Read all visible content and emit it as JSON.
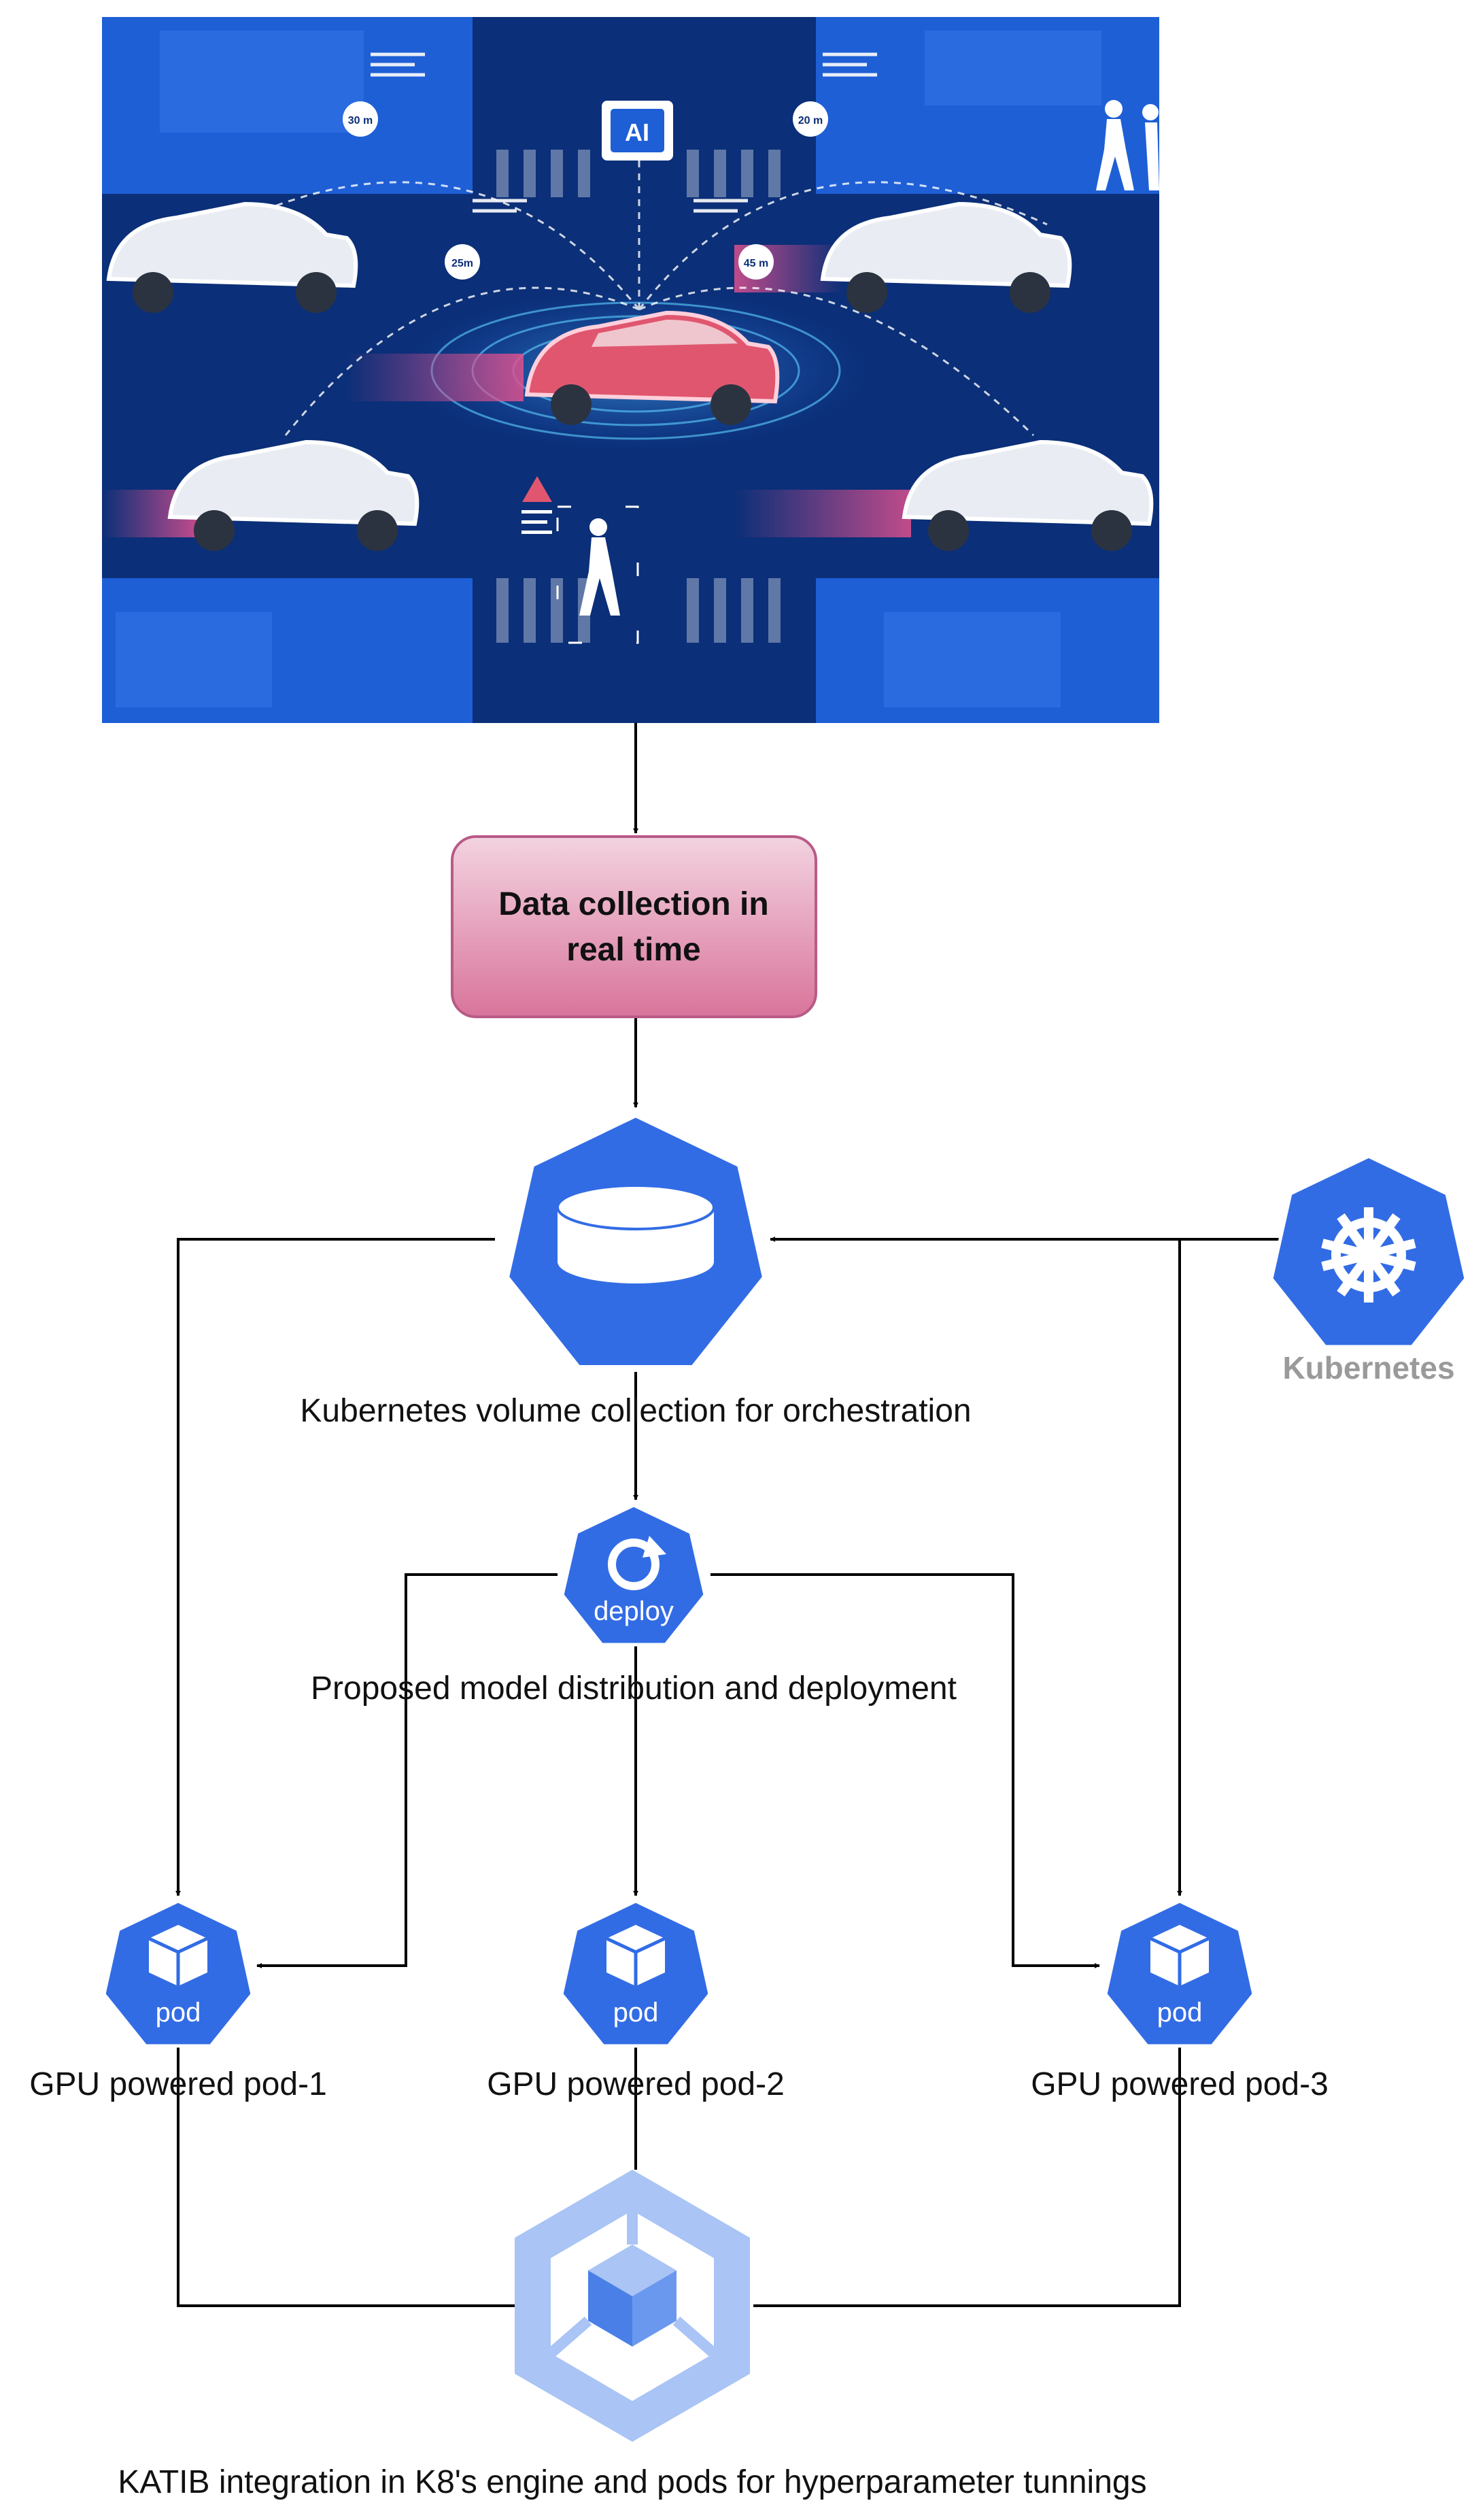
{
  "nodes": {
    "data_collection": {
      "label_line1": "Data collection in",
      "label_line2": "real time"
    },
    "volume": {
      "label": "Kubernetes volume collection for orchestration"
    },
    "deploy": {
      "icon_text": "deploy",
      "label": "Proposed model distribution and deployment"
    },
    "kubernetes": {
      "label": "Kubernetes"
    },
    "pods": [
      {
        "icon_text": "pod",
        "label": "GPU powered pod-1"
      },
      {
        "icon_text": "pod",
        "label": "GPU powered pod-2"
      },
      {
        "icon_text": "pod",
        "label": "GPU powered pod-3"
      }
    ],
    "katib": {
      "label": "KATIB integration in K8's engine and pods for hyperparameter tunnings"
    },
    "illustration": {
      "ai_chip_text": "AI",
      "distances": [
        "30 m",
        "20 m",
        "25m",
        "45 m"
      ]
    }
  },
  "colors": {
    "k8s_blue": "#326ce5",
    "katib_light": "#a9c4f5",
    "box_fill_top": "#f3d3e0",
    "box_fill_bottom": "#d9749b",
    "box_stroke": "#b85b87",
    "scene_bg": "#0f3a8c",
    "scene_bg_light": "#1e5fd6",
    "car_body": "#e9edf3",
    "center_car": "#e0566f",
    "glow": "#e0508e"
  }
}
